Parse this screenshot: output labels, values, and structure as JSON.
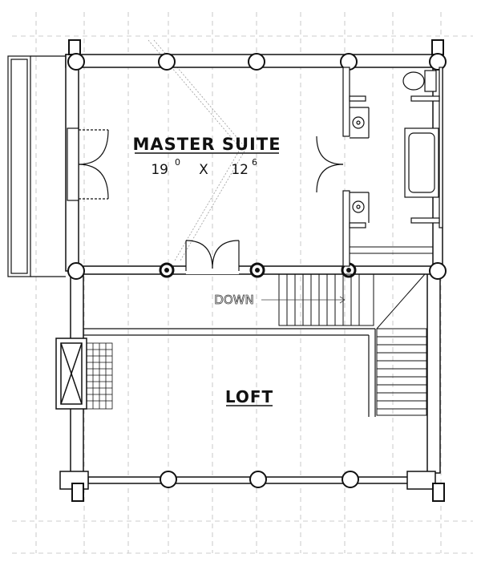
{
  "plan": {
    "rooms": {
      "master_suite": {
        "name": "MASTER SUITE",
        "dim_width_ft": "19",
        "dim_width_in": "0",
        "dim_x": "X",
        "dim_length_ft": "12",
        "dim_length_in": "6"
      },
      "loft": {
        "name": "LOFT"
      }
    },
    "stair_label": "DOWN"
  }
}
